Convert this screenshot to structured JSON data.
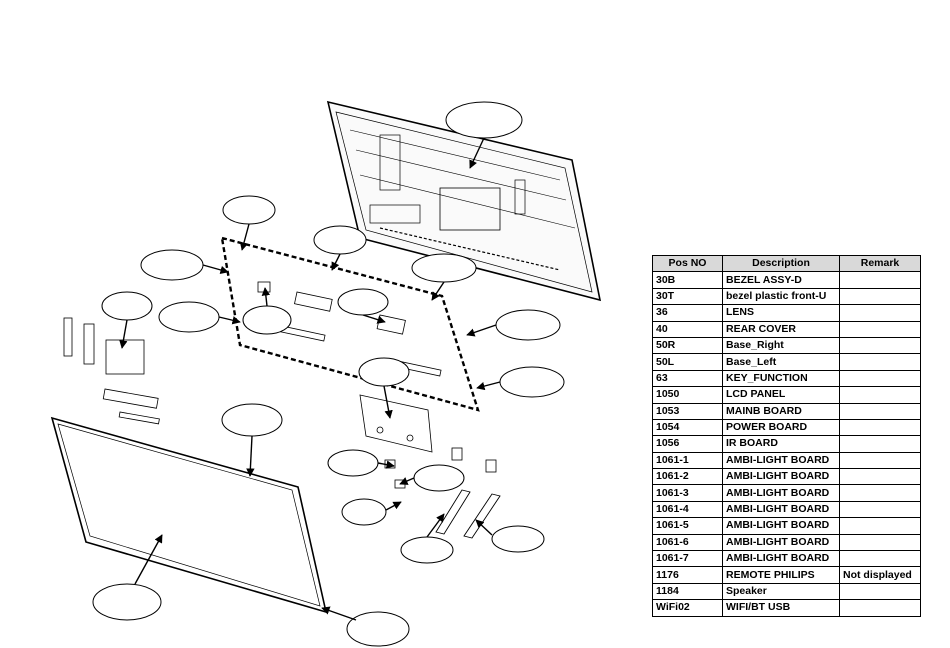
{
  "parts_table": {
    "headers": [
      "Pos NO",
      "Description",
      "Remark"
    ],
    "rows": [
      [
        "30B",
        "BEZEL ASSY-D",
        ""
      ],
      [
        "30T",
        "bezel plastic front-U",
        ""
      ],
      [
        "36",
        "LENS",
        ""
      ],
      [
        "40",
        "REAR COVER",
        ""
      ],
      [
        "50R",
        "Base_Right",
        ""
      ],
      [
        "50L",
        "Base_Left",
        ""
      ],
      [
        "63",
        "KEY_FUNCTION",
        ""
      ],
      [
        "1050",
        "LCD PANEL",
        ""
      ],
      [
        "1053",
        "MAINB BOARD",
        ""
      ],
      [
        "1054",
        "POWER BOARD",
        ""
      ],
      [
        "1056",
        "IR BOARD",
        ""
      ],
      [
        "1061-1",
        "AMBI-LIGHT BOARD",
        ""
      ],
      [
        "1061-2",
        "AMBI-LIGHT BOARD",
        ""
      ],
      [
        "1061-3",
        "AMBI-LIGHT BOARD",
        ""
      ],
      [
        "1061-4",
        "AMBI-LIGHT BOARD",
        ""
      ],
      [
        "1061-5",
        "AMBI-LIGHT BOARD",
        ""
      ],
      [
        "1061-6",
        "AMBI-LIGHT BOARD",
        ""
      ],
      [
        "1061-7",
        "AMBI-LIGHT BOARD",
        ""
      ],
      [
        "1176",
        "REMOTE PHILIPS",
        "Not displayed"
      ],
      [
        "1184",
        "Speaker",
        ""
      ],
      [
        "WiFi02",
        "WIFI/BT USB",
        ""
      ]
    ]
  },
  "colors": {
    "line": "#000000",
    "header_bg": "#d9d9d9",
    "part_fill": "#ffffff"
  }
}
